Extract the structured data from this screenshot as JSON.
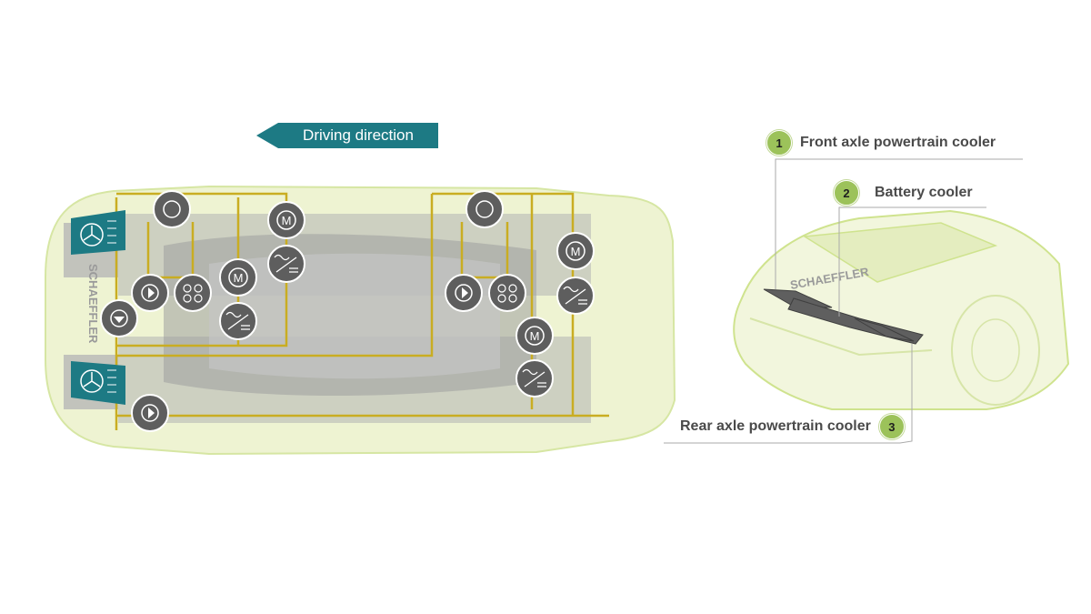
{
  "driving_direction": "Driving direction",
  "car_brand_top": "SCHAEFFLER",
  "car_brand_front": "SCHAEFFLER",
  "callouts": [
    {
      "number": "1",
      "label": "Front axle powertrain cooler"
    },
    {
      "number": "2",
      "label": "Battery cooler"
    },
    {
      "number": "3",
      "label": "Rear axle powertrain cooler"
    }
  ],
  "icons": {
    "motor_letter": "M"
  },
  "colors": {
    "arrow_teal": "#1d7a84",
    "car_body": "#eef3d2",
    "car_outline": "#cfe38e",
    "pipe_yellow": "#c9ad22",
    "component_gray": "#5e5e5e",
    "badge_green": "#9cc25a"
  }
}
